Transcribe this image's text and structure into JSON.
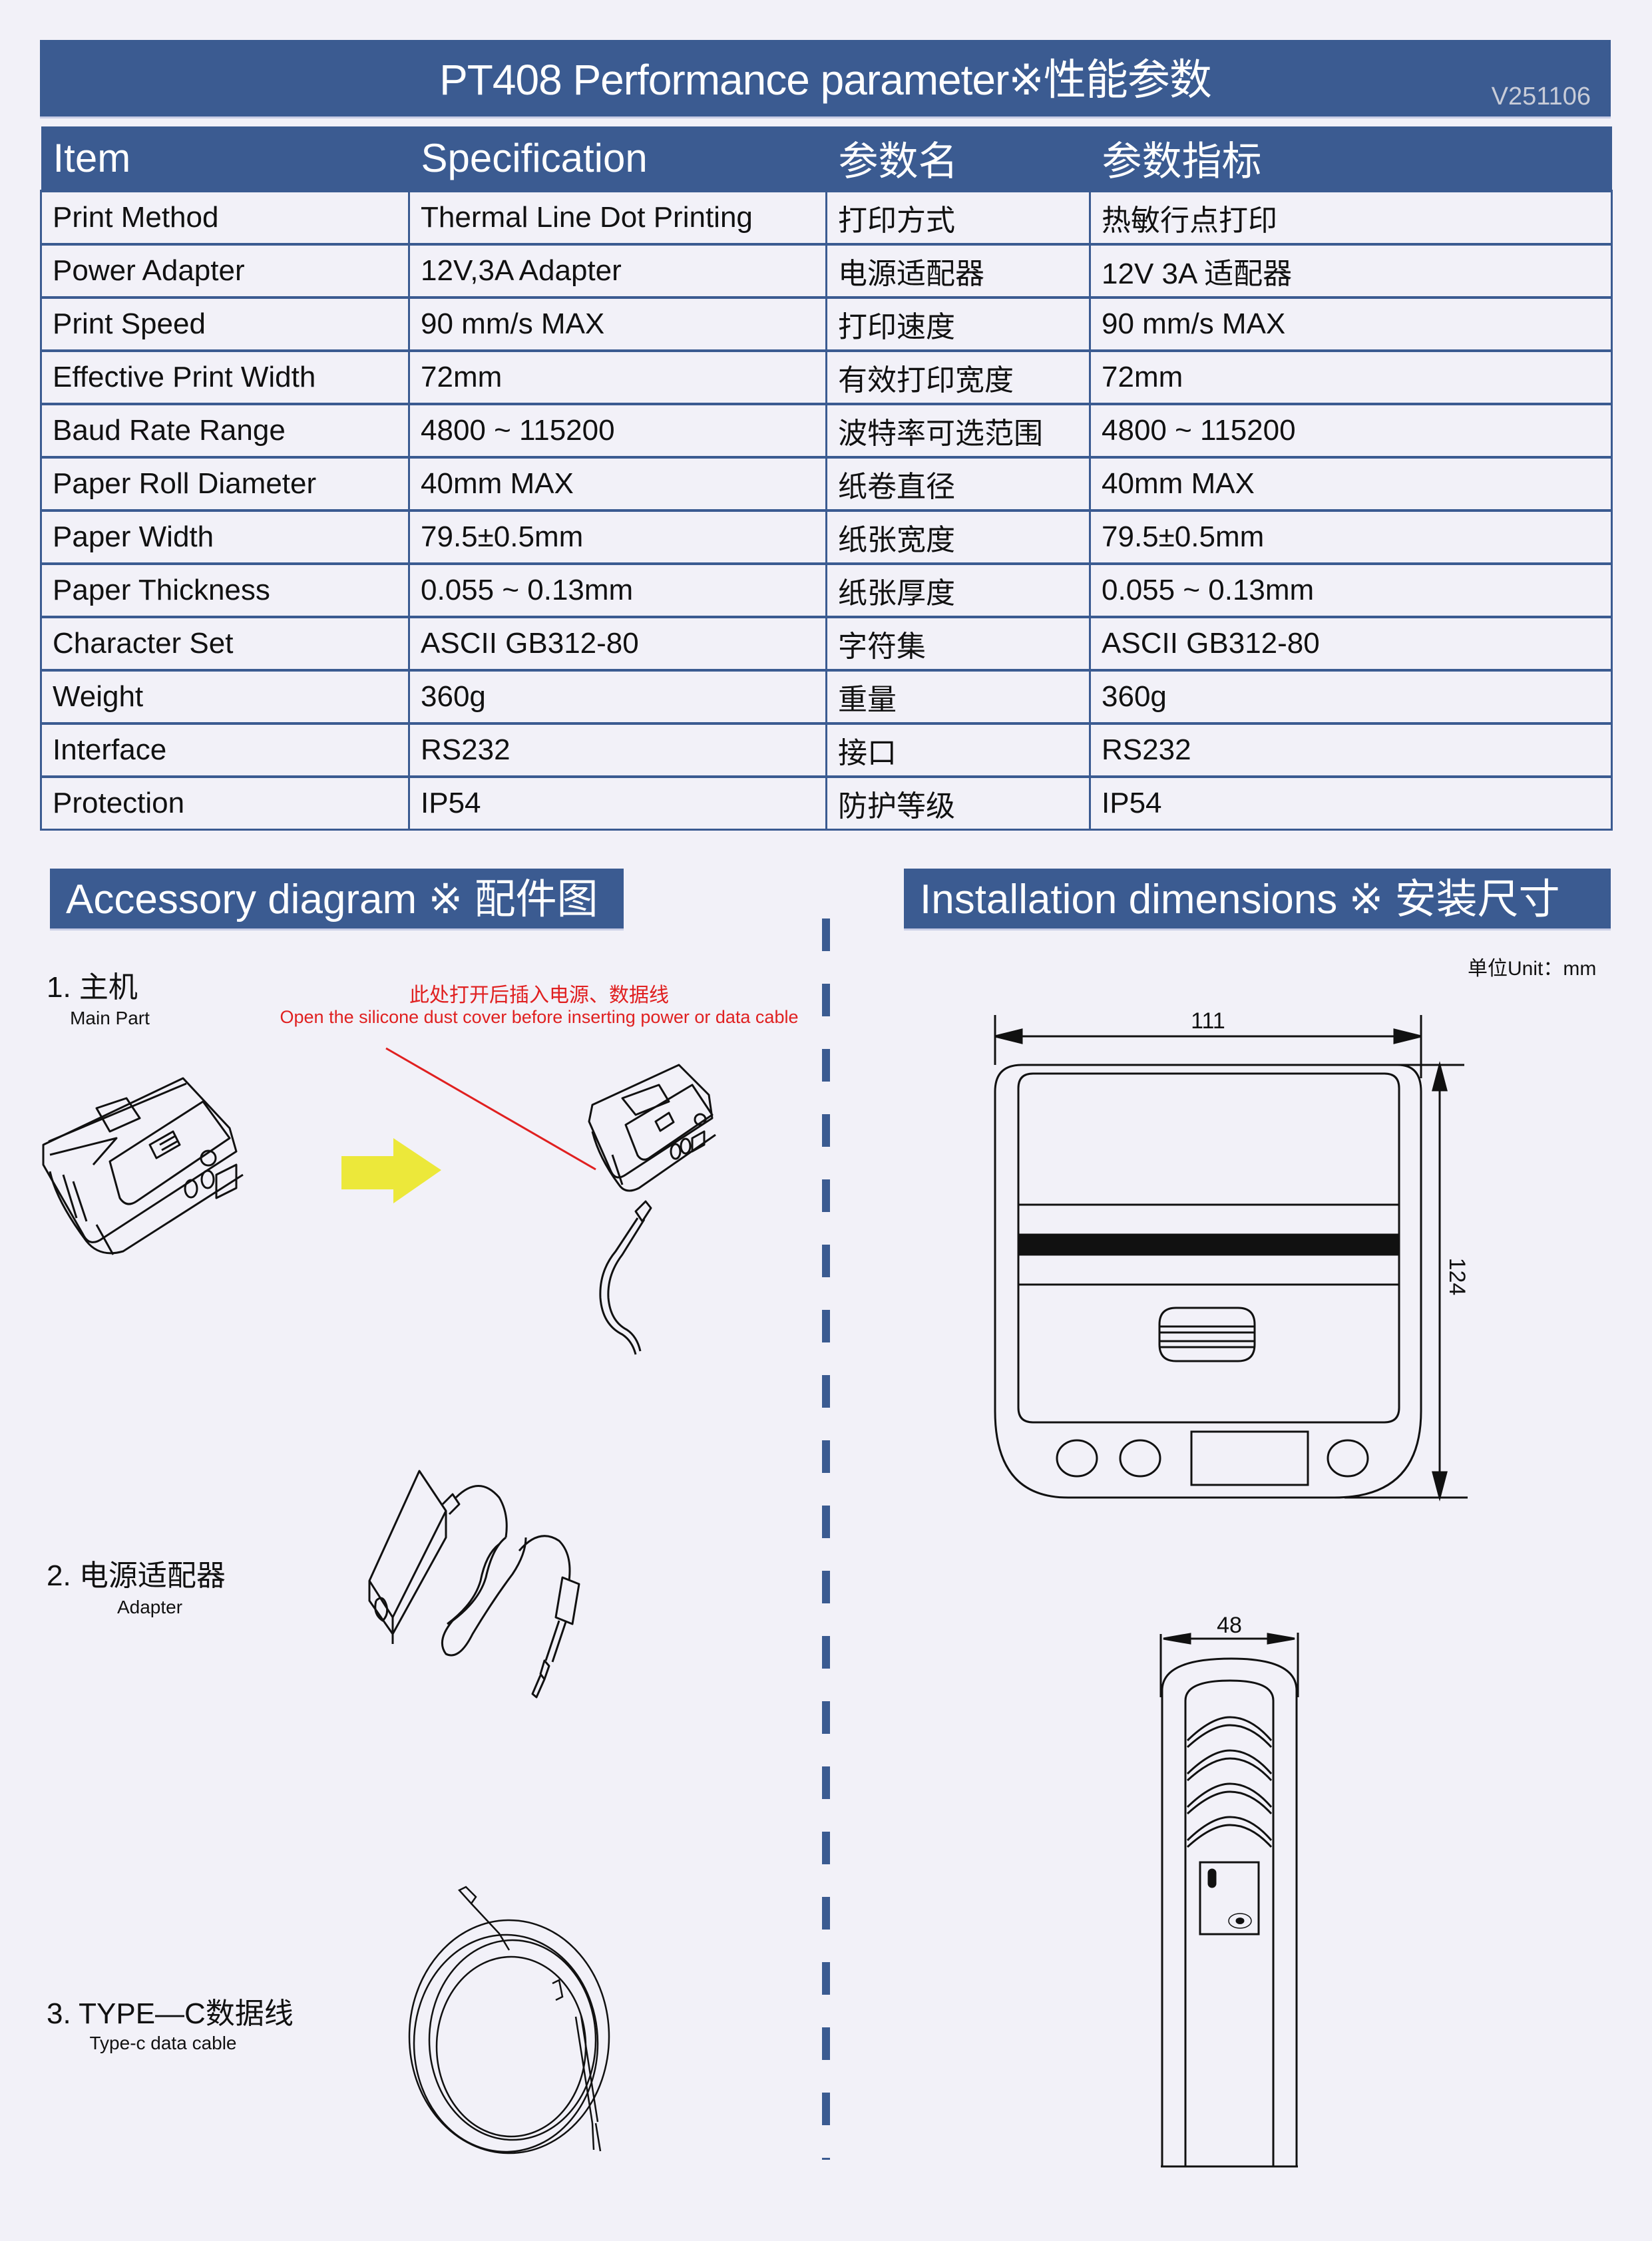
{
  "header": {
    "title": "PT408 Performance parameter※性能参数",
    "version": "V251106"
  },
  "spec_table": {
    "columns": [
      "Item",
      "Specification",
      "参数名",
      "参数指标"
    ],
    "rows": [
      [
        "Print Method",
        "Thermal Line Dot Printing",
        "打印方式",
        "热敏行点打印"
      ],
      [
        "Power Adapter",
        "12V,3A Adapter",
        "电源适配器",
        "12V 3A 适配器"
      ],
      [
        "Print Speed",
        "90 mm/s  MAX",
        "打印速度",
        "90 mm/s  MAX"
      ],
      [
        "Effective Print Width",
        "72mm",
        "有效打印宽度",
        "72mm"
      ],
      [
        "Baud Rate Range",
        "4800 ~ 115200",
        "波特率可选范围",
        "4800 ~ 115200"
      ],
      [
        "Paper Roll Diameter",
        "40mm MAX",
        "纸卷直径",
        "40mm MAX"
      ],
      [
        "Paper Width",
        "79.5±0.5mm",
        "纸张宽度",
        "79.5±0.5mm"
      ],
      [
        "Paper Thickness",
        "0.055 ~ 0.13mm",
        "纸张厚度",
        "0.055 ~ 0.13mm"
      ],
      [
        "Character Set",
        "ASCII  GB312-80",
        "字符集",
        "ASCII  GB312-80"
      ],
      [
        "Weight",
        "360g",
        "重量",
        "360g"
      ],
      [
        "Interface",
        "RS232",
        "接口",
        "RS232"
      ],
      [
        "Protection",
        "IP54",
        "防护等级",
        "IP54"
      ]
    ]
  },
  "accessory": {
    "title": "Accessory diagram ※ 配件图",
    "items": [
      {
        "label_cn": "1. 主机",
        "label_en": "Main Part",
        "icon": "printer-illustration"
      },
      {
        "label_cn": "2. 电源适配器",
        "label_en": "Adapter",
        "icon": "power-adapter-illustration"
      },
      {
        "label_cn": "3. TYPE—C数据线",
        "label_en": "Type-c data cable",
        "icon": "typec-cable-illustration"
      }
    ],
    "note_cn": "此处打开后插入电源、数据线",
    "note_en": "Open the silicone dust cover before inserting power or data cable",
    "arrow_color": "#ECE83A",
    "note_color": "#E02020"
  },
  "installation": {
    "title": "Installation dimensions ※ 安装尺寸",
    "unit": "单位Unit：mm",
    "front_width": "111",
    "front_height": "124",
    "side_width": "48"
  },
  "colors": {
    "brand_blue": "#3B5B91",
    "background": "#F2F1F8"
  }
}
